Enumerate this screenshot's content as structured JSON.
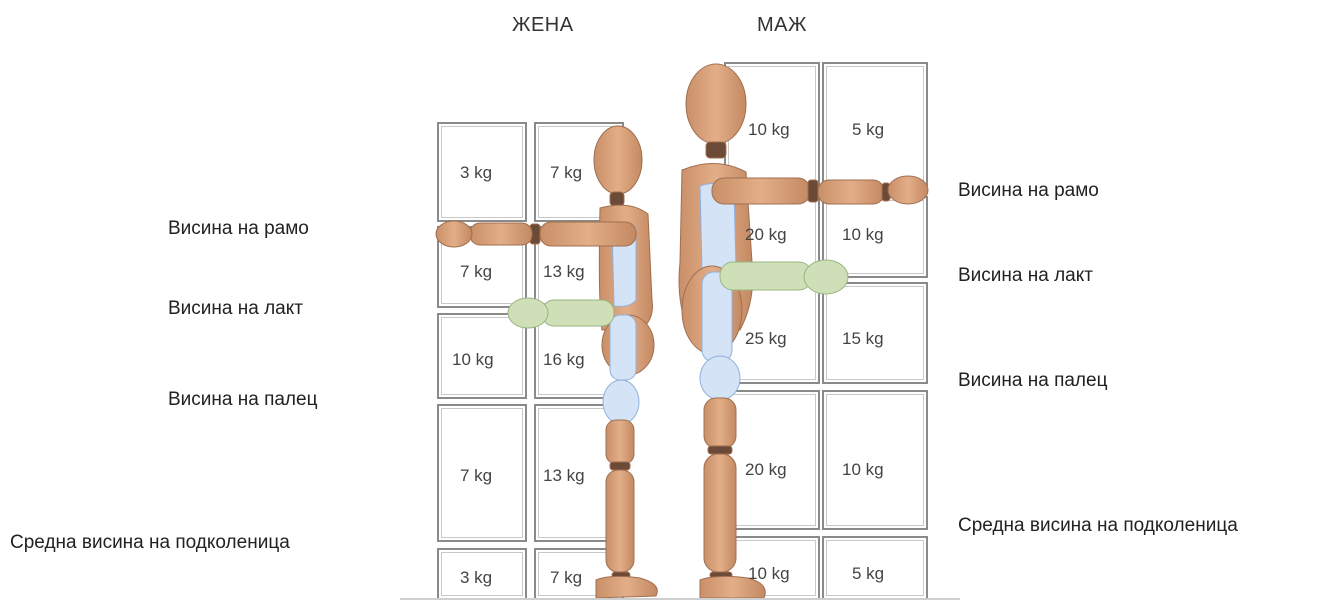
{
  "titles": {
    "female": "ЖЕНА",
    "male": "МАЖ"
  },
  "left_labels": {
    "shoulder": "Висина на рамо",
    "elbow": "Висина на лакт",
    "thumb": "Висина на палец",
    "knee": "Средна висина на подколеница"
  },
  "right_labels": {
    "shoulder": "Висина на рамо",
    "elbow": "Висина на лакт",
    "thumb": "Висина на палец",
    "knee": "Средна висина на подколеница"
  },
  "female_grid": {
    "row1": [
      "3 kg",
      "7 kg"
    ],
    "row2": [
      "7 kg",
      "13 kg"
    ],
    "row3": [
      "10 kg",
      "16 kg"
    ],
    "row4": [
      "7 kg",
      "13 kg"
    ],
    "row5": [
      "3 kg",
      "7 kg"
    ]
  },
  "male_grid": {
    "row1": [
      "10 kg",
      "5 kg"
    ],
    "row2": [
      "20 kg",
      "10 kg"
    ],
    "row3": [
      "25 kg",
      "15 kg"
    ],
    "row4": [
      "20 kg",
      "10 kg"
    ],
    "row5": [
      "10 kg",
      "5 kg"
    ]
  },
  "colors": {
    "skin": "#d9a27c",
    "skin_dark": "#b9825d",
    "joint": "#6b4a38",
    "forearm_highlight": "#cfe0b8",
    "spine_highlight": "#d4e3f6",
    "box_border": "#8a8a8a"
  }
}
